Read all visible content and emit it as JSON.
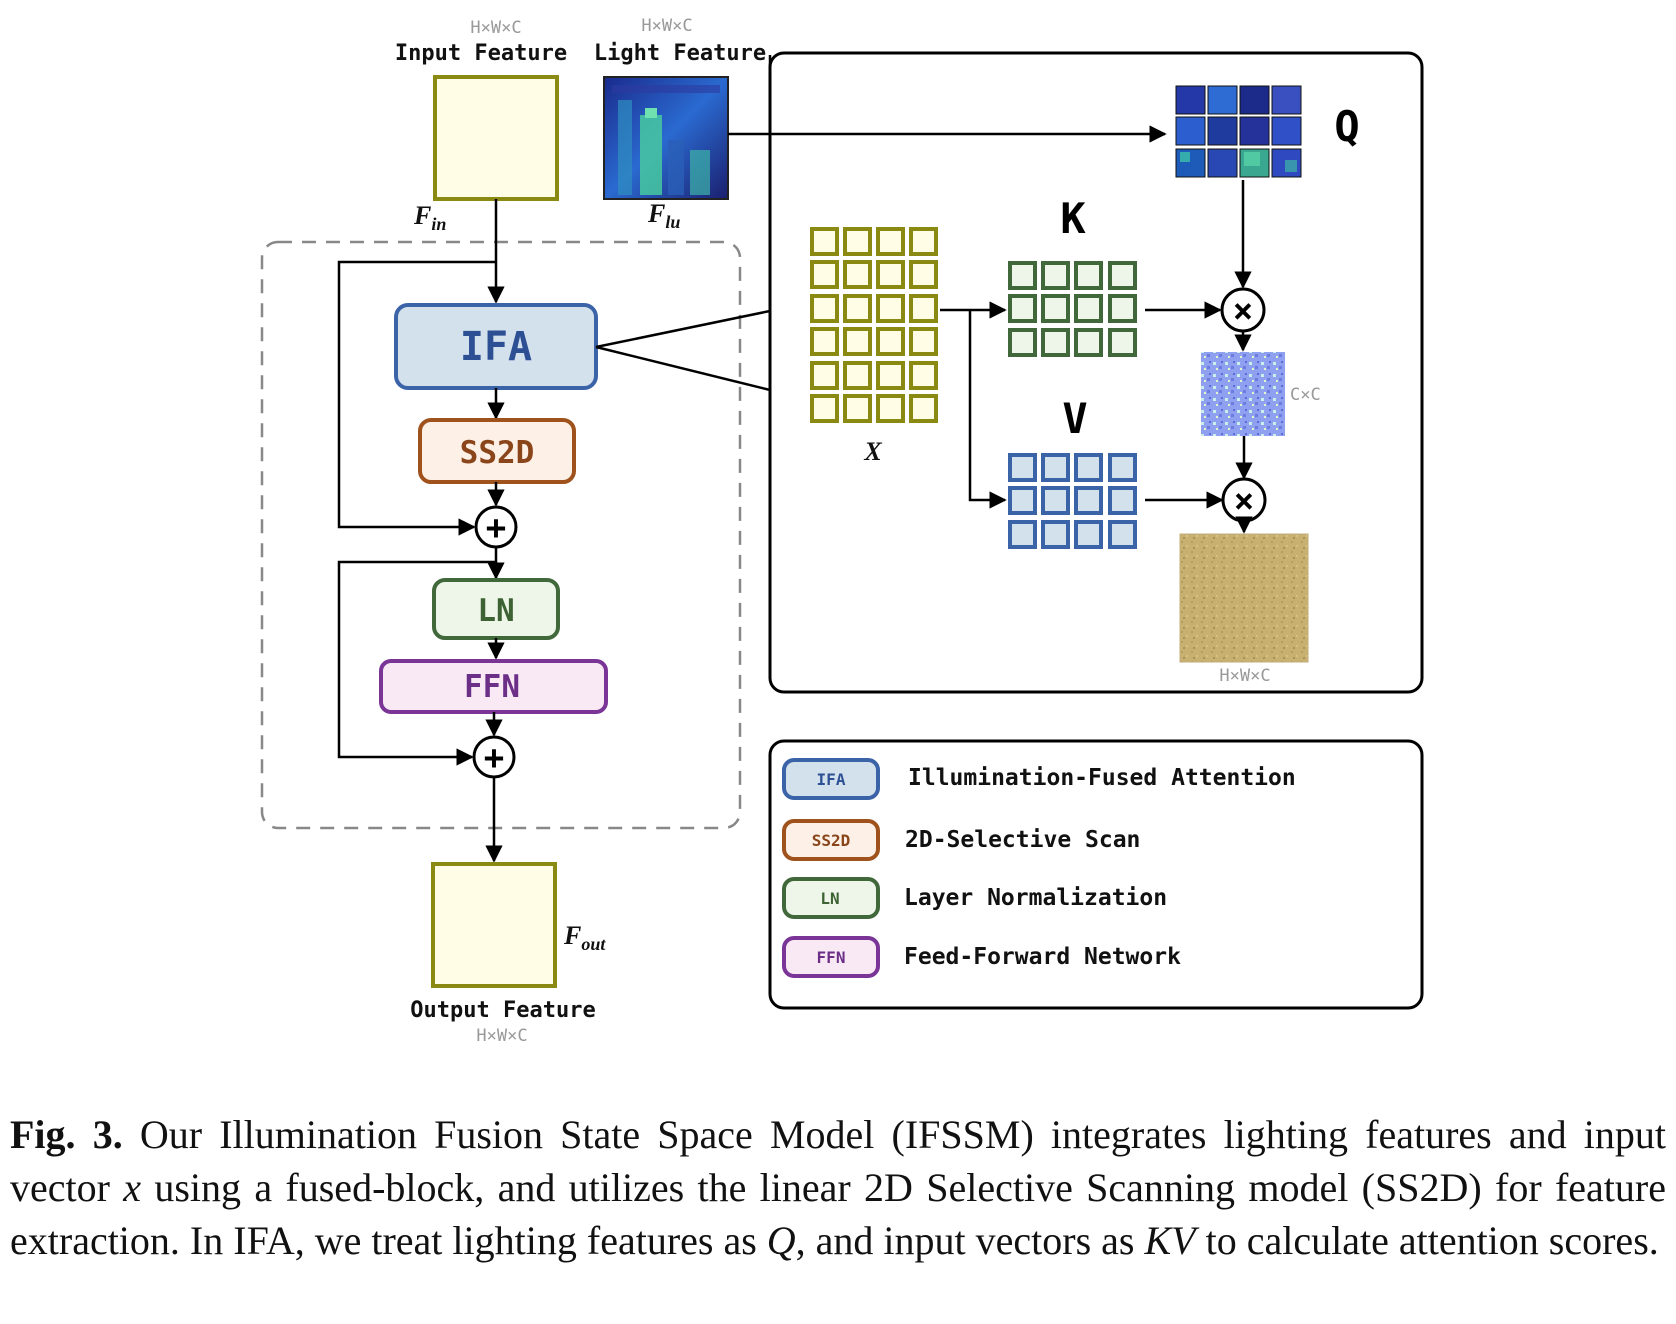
{
  "top": {
    "dim_input": "H×W×C",
    "input_label": "Input Feature",
    "dim_light": "H×W×C",
    "light_label": "Light Feature",
    "f_in": "F",
    "f_in_sub": "in",
    "f_lu": "F",
    "f_lu_sub": "lu"
  },
  "block": {
    "ifa": "IFA",
    "ss2d": "SS2D",
    "ln": "LN",
    "ffn": "FFN",
    "plus": "+"
  },
  "output": {
    "f_out": "F",
    "f_out_sub": "out",
    "label": "Output Feature",
    "dim": "H×W×C"
  },
  "attention": {
    "q": "Q",
    "k": "K",
    "v": "V",
    "x": "X",
    "times": "×",
    "dim_cc": "C×C",
    "dim_hwc": "H×W×C"
  },
  "legend": [
    {
      "abbr": "IFA",
      "text": "Illumination-Fused Attention"
    },
    {
      "abbr": "SS2D",
      "text": "2D-Selective Scan"
    },
    {
      "abbr": "LN",
      "text": "Layer Normalization"
    },
    {
      "abbr": "FFN",
      "text": "Feed-Forward Network"
    }
  ],
  "colors": {
    "feature_fill": "#fffde6",
    "feature_stroke": "#8a8a12",
    "ifa_fill": "#d3e1ec",
    "ifa_stroke": "#3b63a8",
    "ss2d_fill": "#fdf1e7",
    "ss2d_stroke": "#a0521d",
    "ln_fill": "#edf6e8",
    "ln_stroke": "#41683a",
    "ffn_fill": "#f8e9f4",
    "ffn_stroke": "#7a3597",
    "k_stroke": "#41683a",
    "v_stroke": "#3b63a8"
  },
  "caption": {
    "fig": "Fig. 3.",
    "t1": " Our Illumination Fusion State Space Model (IFSSM) integrates lighting features and input vector ",
    "x": "x",
    "t2": " using a fused-block, and utilizes the linear 2D Selective Scanning model (SS2D) for feature extraction. In IFA, we treat lighting features as ",
    "q": "Q",
    "t3": ", and input vectors as ",
    "kv": "KV",
    "t4": " to calculate attention scores."
  }
}
